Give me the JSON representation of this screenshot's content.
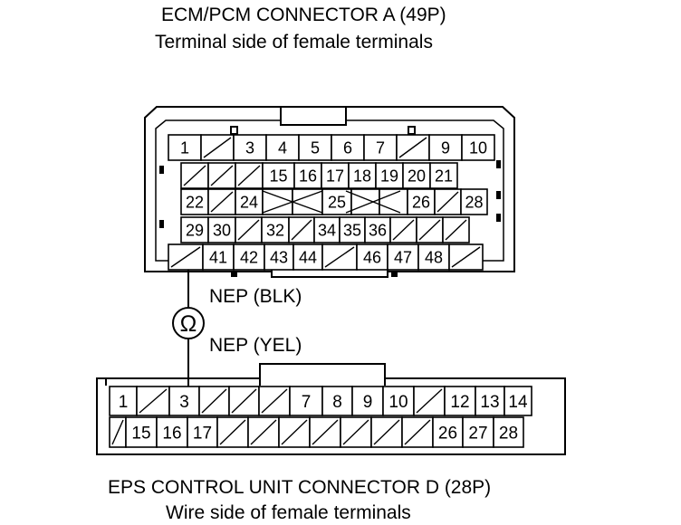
{
  "ecm": {
    "title": "ECM/PCM CONNECTOR A (49P)",
    "subtitle": "Terminal side of female terminals",
    "rows": [
      [
        "1",
        "/",
        "3",
        "4",
        "5",
        "6",
        "7",
        "/",
        "9",
        "10"
      ],
      [
        "/",
        "/",
        "/",
        "15",
        "16",
        "17",
        "18",
        "19",
        "20",
        "21"
      ],
      [
        "22",
        "/",
        "24",
        "X",
        "X",
        "25",
        "X",
        "X",
        "26",
        "/",
        "28"
      ],
      [
        "29",
        "30",
        "/",
        "32",
        "/",
        "34",
        "35",
        "36",
        "/",
        "/",
        "/"
      ],
      [
        "/",
        "41",
        "42",
        "43",
        "44",
        "/",
        "46",
        "47",
        "48",
        "/"
      ]
    ]
  },
  "eps": {
    "title": "EPS CONTROL UNIT CONNECTOR D (28P)",
    "subtitle": "Wire side of female terminals",
    "rows": [
      [
        "1",
        "/",
        "3",
        "/",
        "/",
        "/",
        "7",
        "8",
        "9",
        "10",
        "/",
        "12",
        "13",
        "14"
      ],
      [
        "/",
        "15",
        "16",
        "17",
        "/",
        "/",
        "/",
        "/",
        "/",
        "/",
        "/",
        "26",
        "27",
        "28"
      ]
    ]
  },
  "probe": {
    "upper_label": "NEP (BLK)",
    "lower_label": "NEP (YEL)",
    "meter_symbol": "Ω"
  }
}
